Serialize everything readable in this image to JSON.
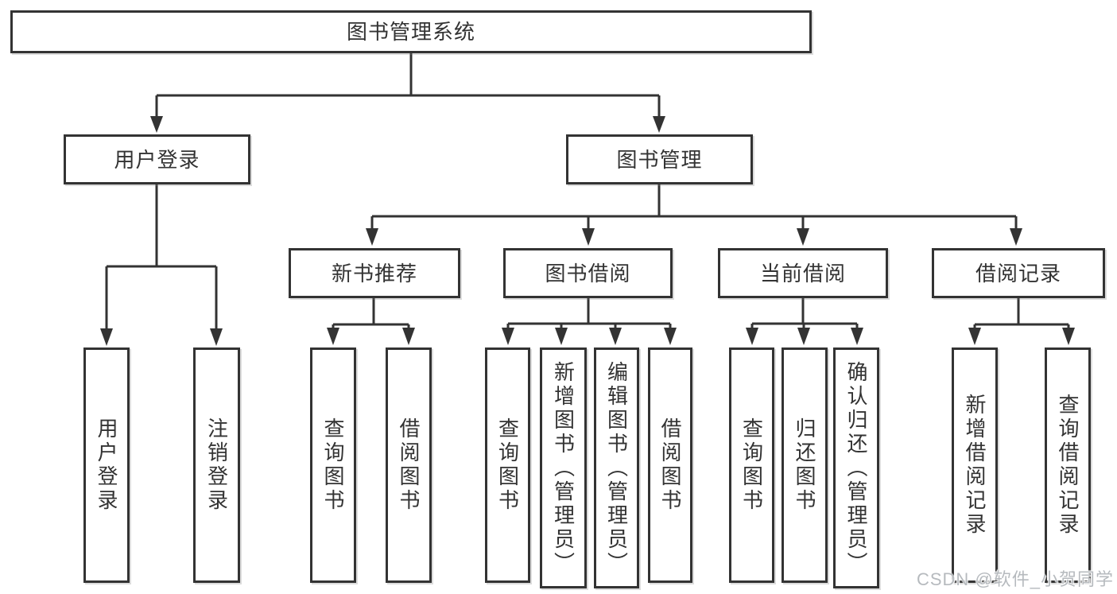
{
  "diagram": {
    "root": {
      "label": "图书管理系统"
    },
    "level2": [
      {
        "id": "user-login",
        "label": "用户登录"
      },
      {
        "id": "book-management",
        "label": "图书管理"
      }
    ],
    "level3": [
      {
        "id": "new-book-recommend",
        "label": "新书推荐",
        "parent": "图书管理"
      },
      {
        "id": "book-borrow",
        "label": "图书借阅",
        "parent": "图书管理"
      },
      {
        "id": "current-borrow",
        "label": "当前借阅",
        "parent": "图书管理"
      },
      {
        "id": "borrow-record",
        "label": "借阅记录",
        "parent": "图书管理"
      }
    ],
    "leaves": [
      {
        "label": "用户登录",
        "parent": "用户登录"
      },
      {
        "label": "注销登录",
        "parent": "用户登录"
      },
      {
        "label": "查询图书",
        "parent": "新书推荐"
      },
      {
        "label": "借阅图书",
        "parent": "新书推荐"
      },
      {
        "label": "查询图书",
        "parent": "图书借阅"
      },
      {
        "label": "新增图书（管理员）",
        "parent": "图书借阅"
      },
      {
        "label": "编辑图书（管理员）",
        "parent": "图书借阅"
      },
      {
        "label": "借阅图书",
        "parent": "图书借阅"
      },
      {
        "label": "查询图书",
        "parent": "当前借阅"
      },
      {
        "label": "归还图书",
        "parent": "当前借阅"
      },
      {
        "label": "确认归还（管理员）",
        "parent": "当前借阅"
      },
      {
        "label": "新增借阅记录",
        "parent": "借阅记录"
      },
      {
        "label": "查询借阅记录",
        "parent": "借阅记录"
      }
    ]
  },
  "watermark": {
    "text": "CSDN @软件_小贺同学"
  },
  "colors": {
    "line": "#333333",
    "text": "#333333",
    "box_fill": "#ffffff",
    "watermark": "#b6babe"
  }
}
